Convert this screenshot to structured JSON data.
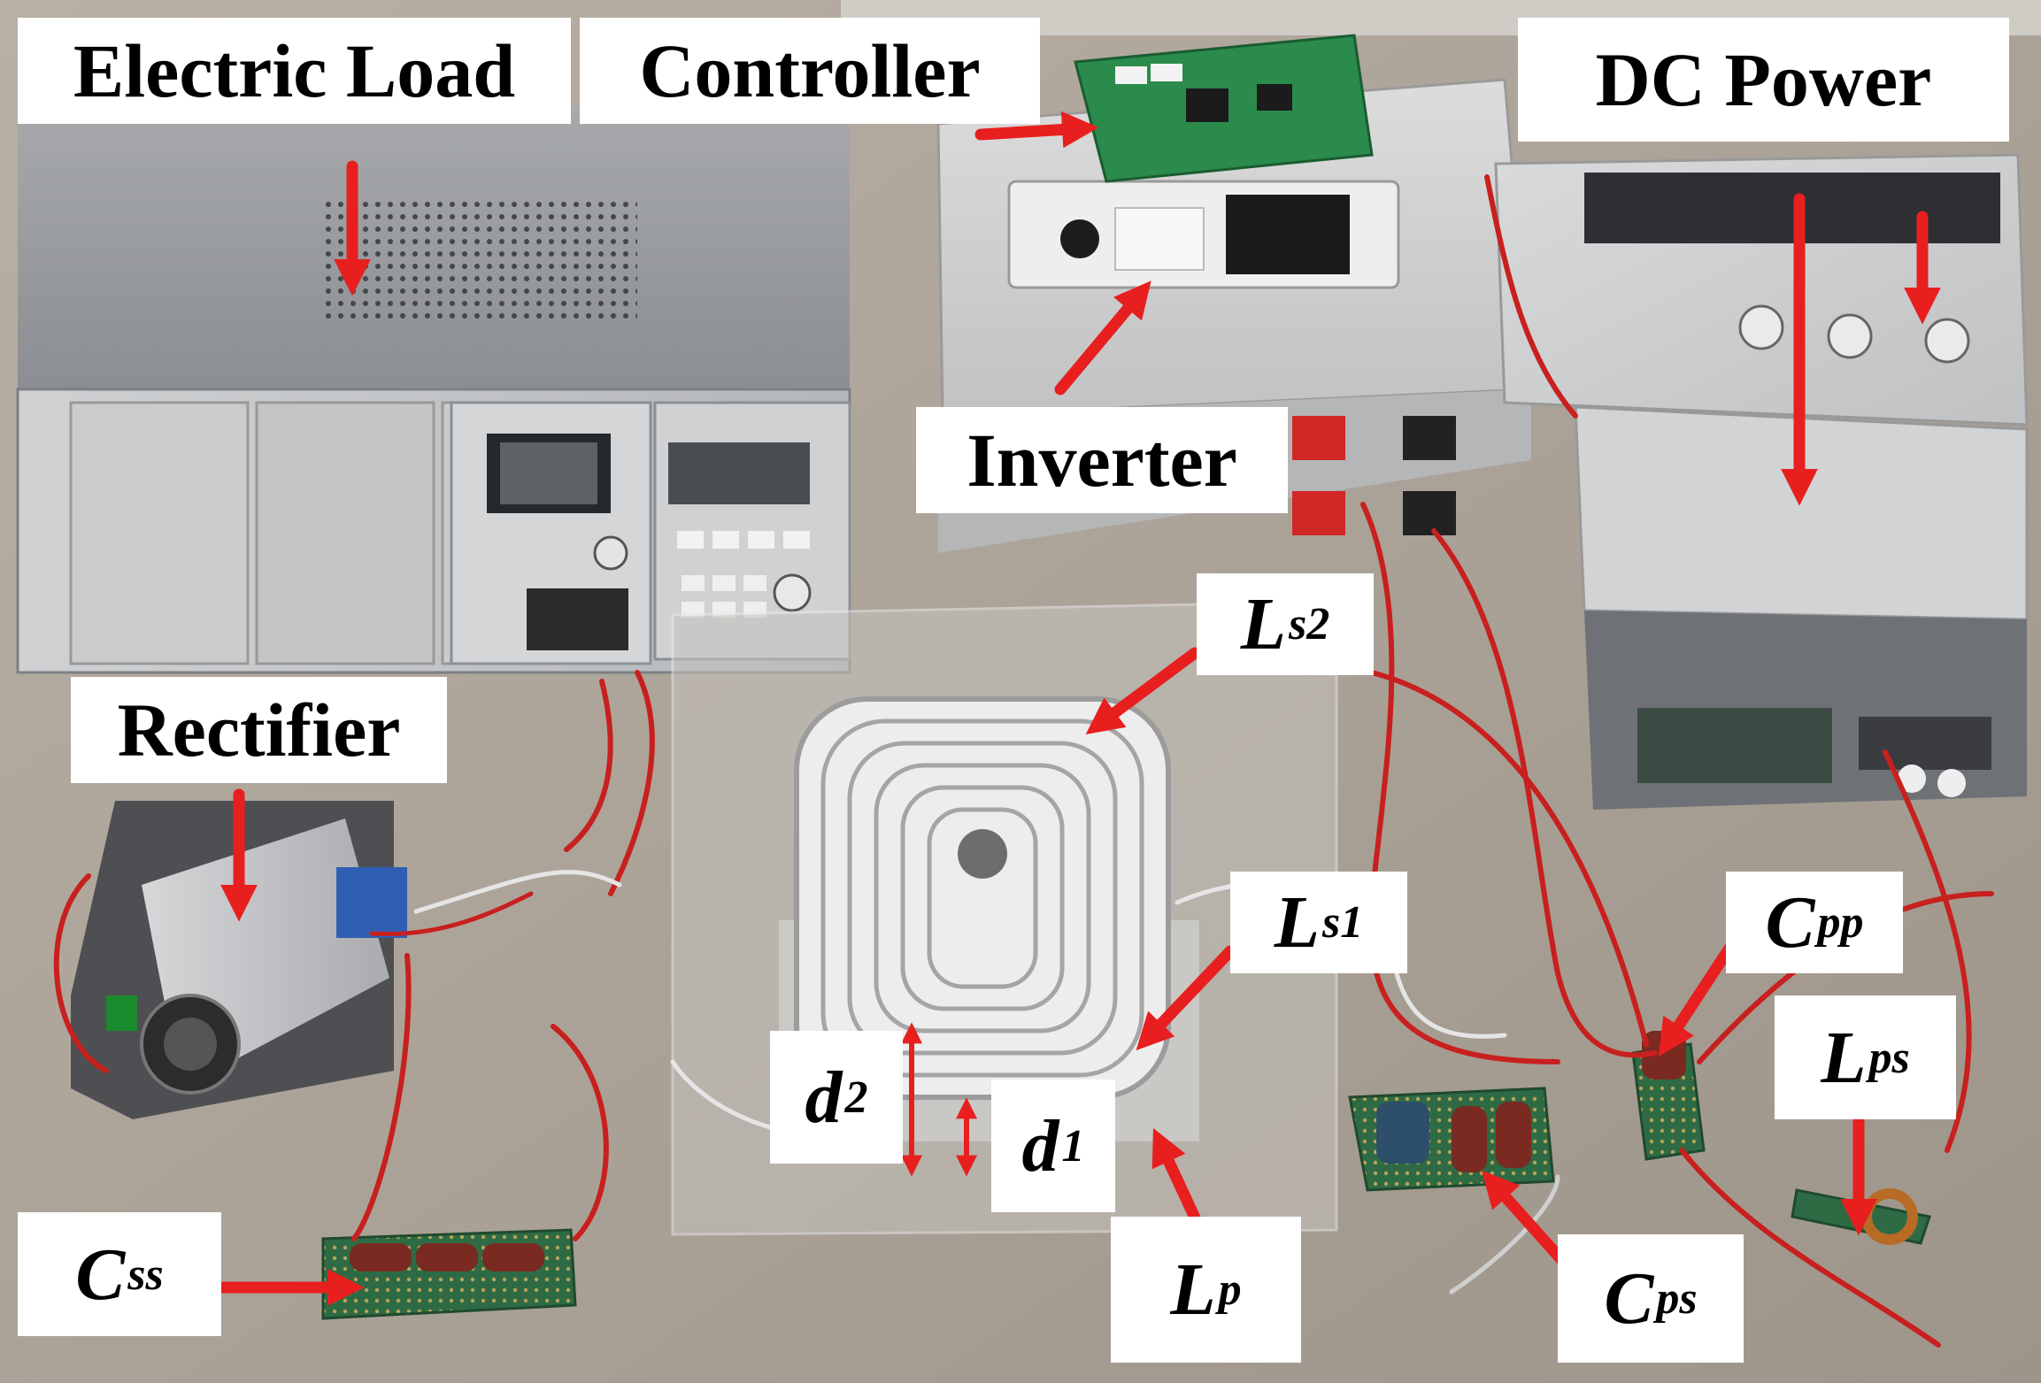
{
  "labels": {
    "electric_load": "Electric Load",
    "controller": "Controller",
    "dc_power": "DC Power",
    "inverter": "Inverter",
    "rectifier": "Rectifier"
  },
  "symbols": {
    "ls2": {
      "main": "L",
      "sub": "s2"
    },
    "ls1": {
      "main": "L",
      "sub": "s1"
    },
    "cpp": {
      "main": "C",
      "sub": "pp"
    },
    "lps": {
      "main": "L",
      "sub": "ps"
    },
    "d2": {
      "main": "d",
      "sub": "2"
    },
    "d1": {
      "main": "d",
      "sub": "1"
    },
    "lp": {
      "main": "L",
      "sub": "p"
    },
    "cps": {
      "main": "C",
      "sub": "ps"
    },
    "css": {
      "main": "C",
      "sub": "ss"
    }
  },
  "colors": {
    "arrow": "#e81f1f",
    "wire": "#c8201e",
    "label_bg": "#ffffff",
    "label_text": "#000000"
  }
}
